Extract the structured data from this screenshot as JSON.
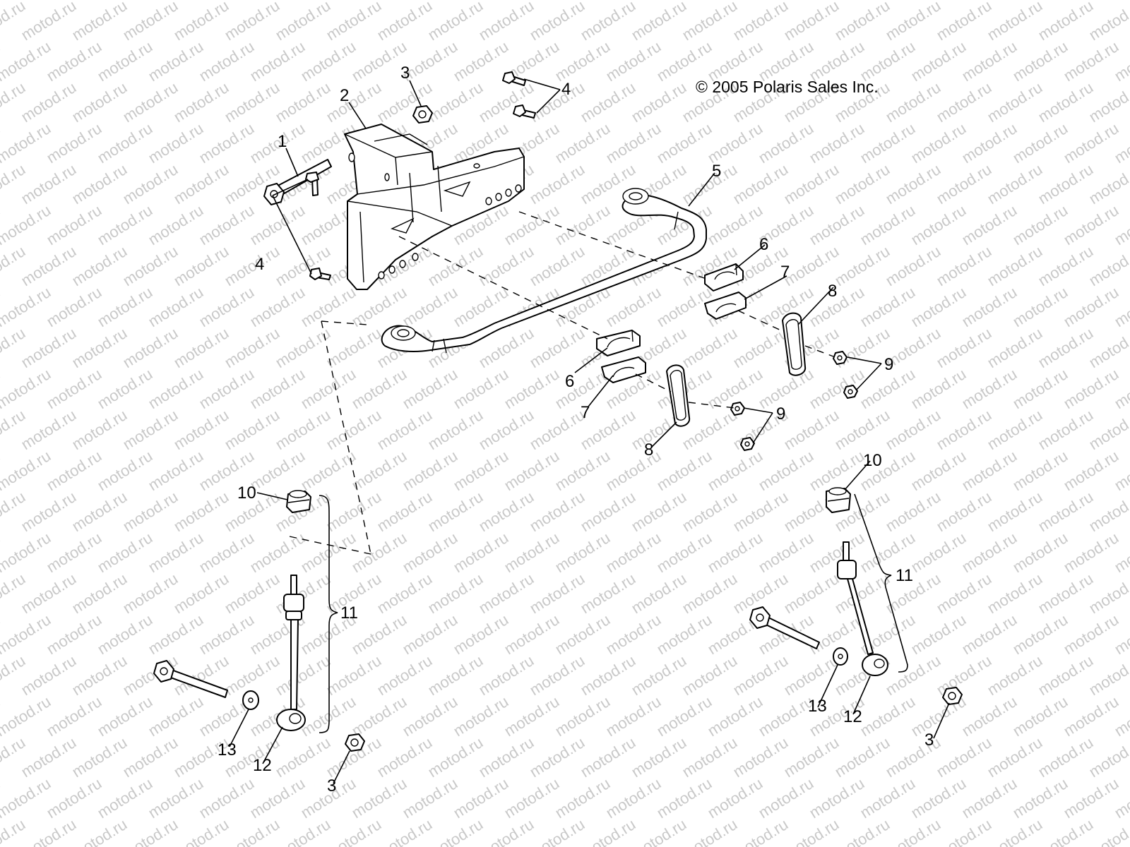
{
  "copyright": "© 2005 Polaris Sales Inc.",
  "watermark": "motod.ru",
  "callouts": [
    {
      "key": "c1",
      "text": "1"
    },
    {
      "key": "c2",
      "text": "2"
    },
    {
      "key": "c3a",
      "text": "3"
    },
    {
      "key": "c3b",
      "text": "3"
    },
    {
      "key": "c3c",
      "text": "3"
    },
    {
      "key": "c4a",
      "text": "4"
    },
    {
      "key": "c4b",
      "text": "4"
    },
    {
      "key": "c5",
      "text": "5"
    },
    {
      "key": "c6a",
      "text": "6"
    },
    {
      "key": "c6b",
      "text": "6"
    },
    {
      "key": "c7a",
      "text": "7"
    },
    {
      "key": "c7b",
      "text": "7"
    },
    {
      "key": "c8a",
      "text": "8"
    },
    {
      "key": "c8b",
      "text": "8"
    },
    {
      "key": "c9a",
      "text": "9"
    },
    {
      "key": "c9b",
      "text": "9"
    },
    {
      "key": "c10a",
      "text": "10"
    },
    {
      "key": "c10b",
      "text": "10"
    },
    {
      "key": "c11a",
      "text": "11"
    },
    {
      "key": "c11b",
      "text": "11"
    },
    {
      "key": "c12a",
      "text": "12"
    },
    {
      "key": "c12b",
      "text": "12"
    },
    {
      "key": "c13a",
      "text": "13"
    },
    {
      "key": "c13b",
      "text": "13"
    }
  ]
}
